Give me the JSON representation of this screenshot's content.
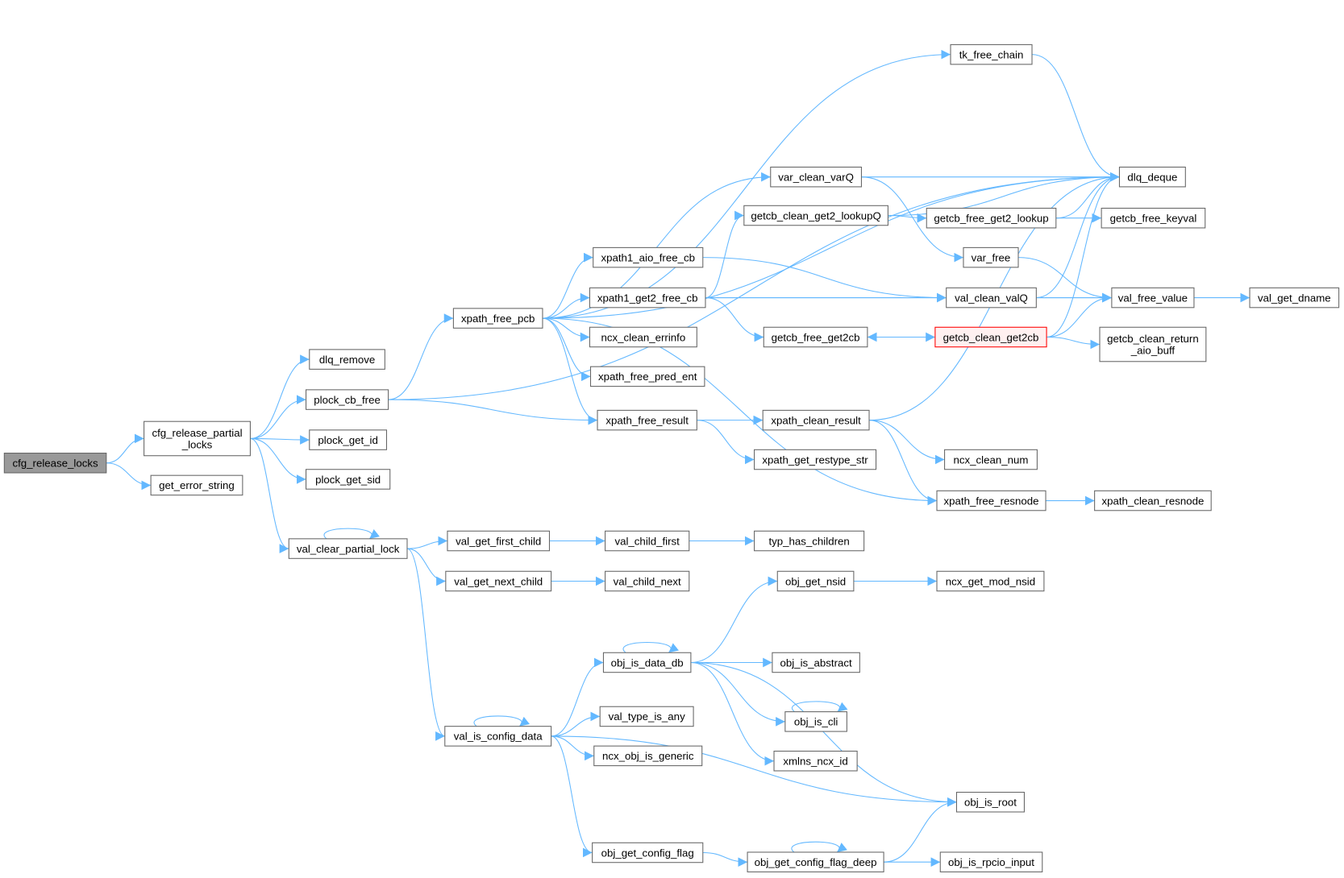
{
  "graph": {
    "title": "call graph of cfg_release_locks",
    "colors": {
      "edge": "#63b8ff",
      "root_fill": "#999999",
      "highlight_border": "#ff0000",
      "highlight_fill": "#fff0f0"
    },
    "nodes": [
      {
        "id": "cfg_release_locks",
        "lines": [
          "cfg_release_locks"
        ],
        "kind": "root"
      },
      {
        "id": "cfg_release_partial_locks",
        "lines": [
          "cfg_release_partial",
          "_locks"
        ]
      },
      {
        "id": "get_error_string",
        "lines": [
          "get_error_string"
        ]
      },
      {
        "id": "dlq_remove",
        "lines": [
          "dlq_remove"
        ]
      },
      {
        "id": "plock_cb_free",
        "lines": [
          "plock_cb_free"
        ]
      },
      {
        "id": "plock_get_id",
        "lines": [
          "plock_get_id"
        ]
      },
      {
        "id": "plock_get_sid",
        "lines": [
          "plock_get_sid"
        ]
      },
      {
        "id": "val_clear_partial_lock",
        "lines": [
          "val_clear_partial_lock"
        ]
      },
      {
        "id": "xpath_free_pcb",
        "lines": [
          "xpath_free_pcb"
        ]
      },
      {
        "id": "tk_free_chain",
        "lines": [
          "tk_free_chain"
        ]
      },
      {
        "id": "dlq_deque",
        "lines": [
          "dlq_deque"
        ]
      },
      {
        "id": "var_clean_varQ",
        "lines": [
          "var_clean_varQ"
        ]
      },
      {
        "id": "getcb_clean_get2_lookupQ",
        "lines": [
          "getcb_clean_get2_lookupQ"
        ]
      },
      {
        "id": "getcb_free_get2_lookup",
        "lines": [
          "getcb_free_get2_lookup"
        ]
      },
      {
        "id": "getcb_free_keyval",
        "lines": [
          "getcb_free_keyval"
        ]
      },
      {
        "id": "xpath1_aio_free_cb",
        "lines": [
          "xpath1_aio_free_cb"
        ]
      },
      {
        "id": "var_free",
        "lines": [
          "var_free"
        ]
      },
      {
        "id": "xpath1_get2_free_cb",
        "lines": [
          "xpath1_get2_free_cb"
        ]
      },
      {
        "id": "val_clean_valQ",
        "lines": [
          "val_clean_valQ"
        ]
      },
      {
        "id": "val_free_value",
        "lines": [
          "val_free_value"
        ]
      },
      {
        "id": "val_get_dname",
        "lines": [
          "val_get_dname"
        ]
      },
      {
        "id": "ncx_clean_errinfo",
        "lines": [
          "ncx_clean_errinfo"
        ]
      },
      {
        "id": "getcb_free_get2cb",
        "lines": [
          "getcb_free_get2cb"
        ]
      },
      {
        "id": "getcb_clean_get2cb",
        "lines": [
          "getcb_clean_get2cb"
        ],
        "kind": "highlight"
      },
      {
        "id": "getcb_clean_return_aio_buff",
        "lines": [
          "getcb_clean_return",
          "_aio_buff"
        ]
      },
      {
        "id": "xpath_free_pred_ent",
        "lines": [
          "xpath_free_pred_ent"
        ]
      },
      {
        "id": "xpath_free_result",
        "lines": [
          "xpath_free_result"
        ]
      },
      {
        "id": "xpath_clean_result",
        "lines": [
          "xpath_clean_result"
        ]
      },
      {
        "id": "xpath_get_restype_str",
        "lines": [
          "xpath_get_restype_str"
        ]
      },
      {
        "id": "ncx_clean_num",
        "lines": [
          "ncx_clean_num"
        ]
      },
      {
        "id": "xpath_free_resnode",
        "lines": [
          "xpath_free_resnode"
        ]
      },
      {
        "id": "xpath_clean_resnode",
        "lines": [
          "xpath_clean_resnode"
        ]
      },
      {
        "id": "val_get_first_child",
        "lines": [
          "val_get_first_child"
        ]
      },
      {
        "id": "val_child_first",
        "lines": [
          "val_child_first"
        ]
      },
      {
        "id": "typ_has_children",
        "lines": [
          "typ_has_children"
        ]
      },
      {
        "id": "val_get_next_child",
        "lines": [
          "val_get_next_child"
        ]
      },
      {
        "id": "val_child_next",
        "lines": [
          "val_child_next"
        ]
      },
      {
        "id": "obj_get_nsid",
        "lines": [
          "obj_get_nsid"
        ]
      },
      {
        "id": "ncx_get_mod_nsid",
        "lines": [
          "ncx_get_mod_nsid"
        ]
      },
      {
        "id": "obj_is_data_db",
        "lines": [
          "obj_is_data_db"
        ]
      },
      {
        "id": "obj_is_abstract",
        "lines": [
          "obj_is_abstract"
        ]
      },
      {
        "id": "obj_is_cli",
        "lines": [
          "obj_is_cli"
        ]
      },
      {
        "id": "val_type_is_any",
        "lines": [
          "val_type_is_any"
        ]
      },
      {
        "id": "val_is_config_data",
        "lines": [
          "val_is_config_data"
        ]
      },
      {
        "id": "ncx_obj_is_generic",
        "lines": [
          "ncx_obj_is_generic"
        ]
      },
      {
        "id": "xmlns_ncx_id",
        "lines": [
          "xmlns_ncx_id"
        ]
      },
      {
        "id": "obj_is_root",
        "lines": [
          "obj_is_root"
        ]
      },
      {
        "id": "obj_get_config_flag",
        "lines": [
          "obj_get_config_flag"
        ]
      },
      {
        "id": "obj_get_config_flag_deep",
        "lines": [
          "obj_get_config_flag_deep"
        ]
      },
      {
        "id": "obj_is_rpcio_input",
        "lines": [
          "obj_is_rpcio_input"
        ]
      }
    ],
    "edges": [
      [
        "cfg_release_locks",
        "cfg_release_partial_locks"
      ],
      [
        "cfg_release_locks",
        "get_error_string"
      ],
      [
        "cfg_release_partial_locks",
        "dlq_remove"
      ],
      [
        "cfg_release_partial_locks",
        "plock_cb_free"
      ],
      [
        "cfg_release_partial_locks",
        "plock_get_id"
      ],
      [
        "cfg_release_partial_locks",
        "plock_get_sid"
      ],
      [
        "cfg_release_partial_locks",
        "val_clear_partial_lock"
      ],
      [
        "plock_cb_free",
        "dlq_deque"
      ],
      [
        "plock_cb_free",
        "xpath_free_pcb"
      ],
      [
        "plock_cb_free",
        "xpath_free_result"
      ],
      [
        "xpath_free_pcb",
        "dlq_deque"
      ],
      [
        "xpath_free_pcb",
        "tk_free_chain"
      ],
      [
        "xpath_free_pcb",
        "var_clean_varQ"
      ],
      [
        "xpath_free_pcb",
        "xpath1_aio_free_cb"
      ],
      [
        "xpath_free_pcb",
        "xpath1_get2_free_cb"
      ],
      [
        "xpath_free_pcb",
        "ncx_clean_errinfo"
      ],
      [
        "xpath_free_pcb",
        "xpath_free_pred_ent"
      ],
      [
        "xpath_free_pcb",
        "xpath_free_result"
      ],
      [
        "xpath_free_pcb",
        "xpath_free_resnode"
      ],
      [
        "tk_free_chain",
        "dlq_deque"
      ],
      [
        "var_clean_varQ",
        "dlq_deque"
      ],
      [
        "var_clean_varQ",
        "var_free"
      ],
      [
        "getcb_clean_get2_lookupQ",
        "dlq_deque"
      ],
      [
        "getcb_clean_get2_lookupQ",
        "getcb_free_get2_lookup"
      ],
      [
        "getcb_free_get2_lookup",
        "dlq_deque"
      ],
      [
        "getcb_free_get2_lookup",
        "getcb_free_keyval"
      ],
      [
        "xpath1_aio_free_cb",
        "val_clean_valQ"
      ],
      [
        "xpath1_get2_free_cb",
        "getcb_clean_get2_lookupQ"
      ],
      [
        "xpath1_get2_free_cb",
        "val_clean_valQ"
      ],
      [
        "xpath1_get2_free_cb",
        "getcb_free_get2cb"
      ],
      [
        "xpath1_get2_free_cb",
        "val_free_value"
      ],
      [
        "var_free",
        "val_free_value"
      ],
      [
        "val_clean_valQ",
        "dlq_deque"
      ],
      [
        "val_clean_valQ",
        "val_free_value"
      ],
      [
        "val_free_value",
        "val_get_dname"
      ],
      [
        "getcb_free_get2cb",
        "getcb_clean_get2cb"
      ],
      [
        "getcb_clean_get2cb",
        "getcb_free_get2cb"
      ],
      [
        "getcb_clean_get2cb",
        "dlq_deque"
      ],
      [
        "getcb_clean_get2cb",
        "val_free_value"
      ],
      [
        "getcb_clean_get2cb",
        "getcb_clean_return_aio_buff"
      ],
      [
        "xpath_free_result",
        "xpath_clean_result"
      ],
      [
        "xpath_free_result",
        "xpath_get_restype_str"
      ],
      [
        "xpath_clean_result",
        "dlq_deque"
      ],
      [
        "xpath_clean_result",
        "ncx_clean_num"
      ],
      [
        "xpath_clean_result",
        "xpath_free_resnode"
      ],
      [
        "xpath_free_resnode",
        "xpath_clean_resnode"
      ],
      [
        "val_clear_partial_lock",
        "val_clear_partial_lock"
      ],
      [
        "val_clear_partial_lock",
        "val_get_first_child"
      ],
      [
        "val_clear_partial_lock",
        "val_get_next_child"
      ],
      [
        "val_clear_partial_lock",
        "val_is_config_data"
      ],
      [
        "val_get_first_child",
        "val_child_first"
      ],
      [
        "val_child_first",
        "typ_has_children"
      ],
      [
        "val_get_next_child",
        "val_child_next"
      ],
      [
        "val_is_config_data",
        "val_is_config_data"
      ],
      [
        "val_is_config_data",
        "obj_is_data_db"
      ],
      [
        "val_is_config_data",
        "val_type_is_any"
      ],
      [
        "val_is_config_data",
        "ncx_obj_is_generic"
      ],
      [
        "val_is_config_data",
        "obj_is_root"
      ],
      [
        "val_is_config_data",
        "obj_get_config_flag"
      ],
      [
        "obj_is_data_db",
        "obj_is_data_db"
      ],
      [
        "obj_is_data_db",
        "obj_get_nsid"
      ],
      [
        "obj_is_data_db",
        "obj_is_abstract"
      ],
      [
        "obj_is_data_db",
        "obj_is_cli"
      ],
      [
        "obj_is_data_db",
        "xmlns_ncx_id"
      ],
      [
        "obj_is_data_db",
        "obj_is_root"
      ],
      [
        "obj_get_nsid",
        "ncx_get_mod_nsid"
      ],
      [
        "obj_is_cli",
        "obj_is_cli"
      ],
      [
        "obj_get_config_flag",
        "obj_get_config_flag_deep"
      ],
      [
        "obj_get_config_flag_deep",
        "obj_get_config_flag_deep"
      ],
      [
        "obj_get_config_flag_deep",
        "obj_is_root"
      ],
      [
        "obj_get_config_flag_deep",
        "obj_is_rpcio_input"
      ]
    ]
  }
}
